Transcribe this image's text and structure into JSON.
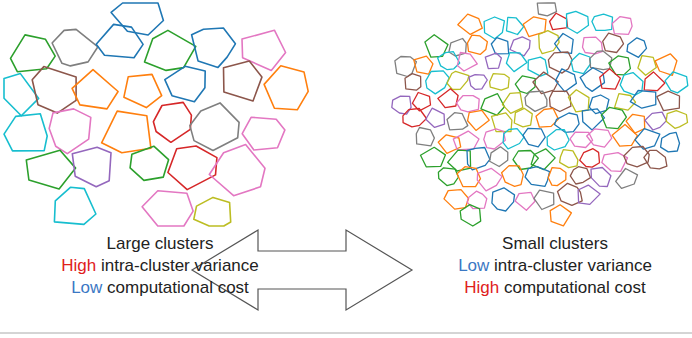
{
  "diagram": {
    "labels": [
      "Large clusters",
      "High",
      "intra-cluster variance",
      "Low",
      "computational cost",
      "Small clusters",
      "Low",
      "intra-cluster variance",
      "High",
      "computational cost"
    ]
  }
}
